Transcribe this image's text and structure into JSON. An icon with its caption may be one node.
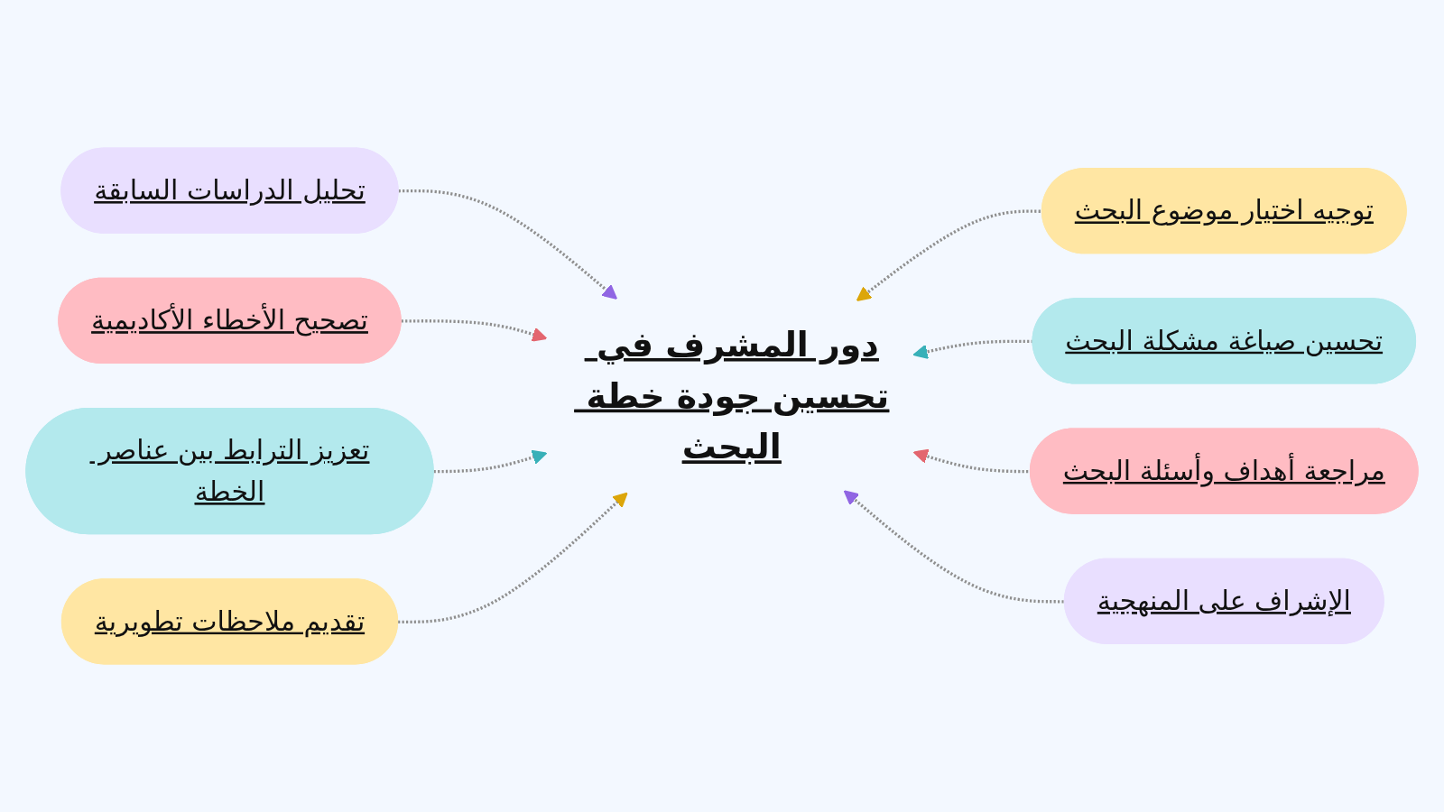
{
  "diagram": {
    "nodes": [
      {
        "text": [
          "دور المشرف في تحسين جودة خطة البحث"
        ]
      },
      {
        "text": [
          "توجيه اختيار موضوع البحث"
        ]
      },
      {
        "text": [
          "تحليل الدراسات السابقة"
        ]
      },
      {
        "text": [
          "تحسين صياغة مشكلة البحث"
        ]
      },
      {
        "text": [
          "تصحيح الأخطاء الأكاديمية"
        ]
      },
      {
        "text": [
          "مراجعة أهداف وأسئلة البحث"
        ]
      },
      {
        "text": [
          "تعزيز الترابط بين عناصر الخطة"
        ]
      },
      {
        "text": [
          "الإشراف على المنهجية"
        ]
      },
      {
        "text": [
          "تقديم ملاحظات تطويرية"
        ]
      }
    ],
    "edges": [
      {
        "from": 1,
        "to": 0,
        "arrow": "to",
        "style": "dashed"
      },
      {
        "from": 2,
        "to": 0,
        "arrow": "to",
        "style": "dashed"
      },
      {
        "from": 3,
        "to": 0,
        "arrow": "to",
        "style": "dashed"
      },
      {
        "from": 4,
        "to": 0,
        "arrow": "to",
        "style": "dashed"
      },
      {
        "from": 5,
        "to": 0,
        "arrow": "to",
        "style": "dashed"
      },
      {
        "from": 6,
        "to": 0,
        "arrow": "to",
        "style": "dashed"
      },
      {
        "from": 7,
        "to": 0,
        "arrow": "to",
        "style": "dashed"
      },
      {
        "from": 8,
        "to": 0,
        "arrow": "to",
        "style": "dashed"
      }
    ]
  }
}
